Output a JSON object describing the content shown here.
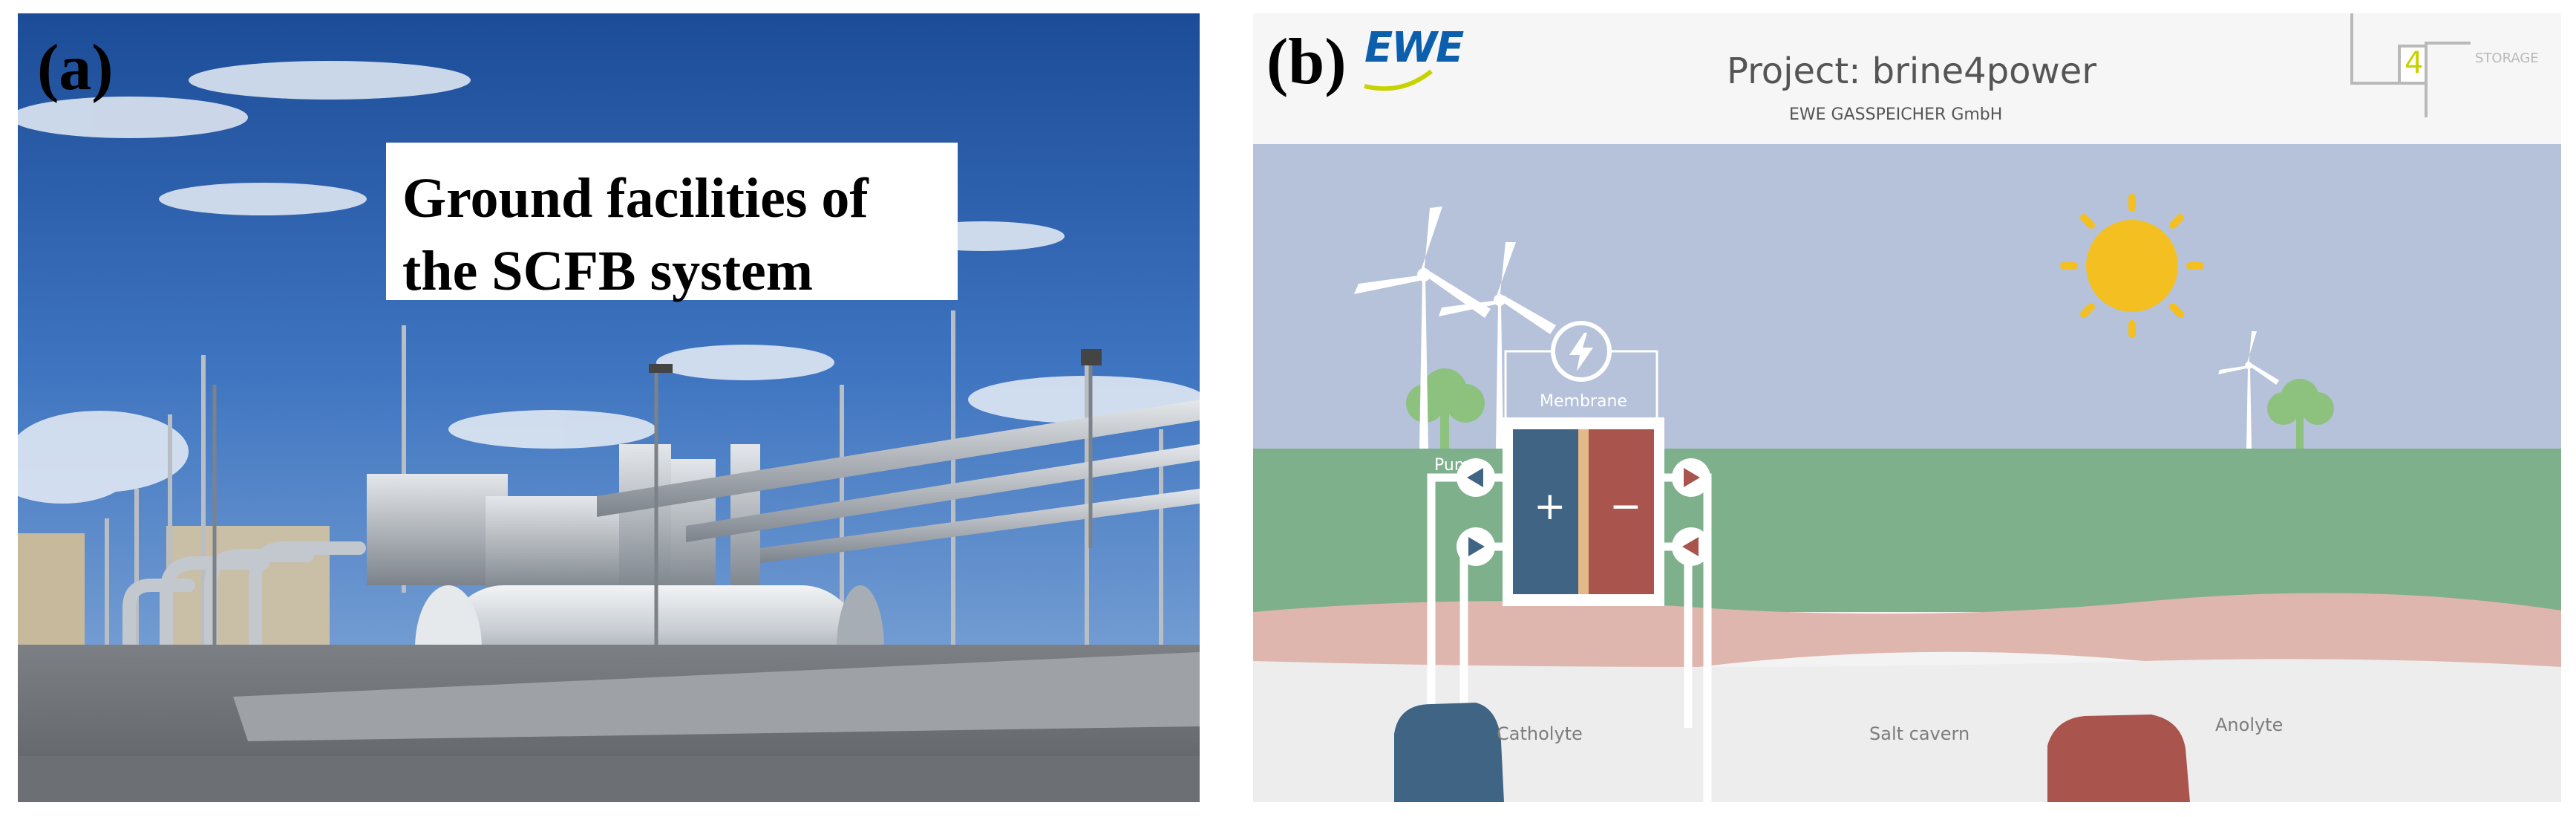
{
  "panel_a": {
    "label": "(a)",
    "caption": {
      "line1": "Ground facilities of",
      "line2": "the SCFB system"
    }
  },
  "panel_b": {
    "label": "(b)",
    "logo_left": "EWE",
    "title": "Project: brine4power",
    "subtitle": "EWE GASSPEICHER GmbH",
    "logo_right": {
      "mark": "4",
      "text": "STORAGE"
    },
    "labels": {
      "membrane": "Membrane",
      "pump": "Pump",
      "plus": "+",
      "minus": "−",
      "catholyte": "Catholyte",
      "salt_cavern": "Salt cavern",
      "anolyte": "Anolyte"
    },
    "colors": {
      "sky": "#b5c2da",
      "ground": "#7fb08c",
      "subsoil": "#dfb6ad",
      "salt": "#ededed",
      "catholyte": "#3f6484",
      "anolyte": "#a9544d",
      "sun": "#f4c021",
      "tree": "#8cc27e",
      "membrane": "#e3b98a"
    }
  }
}
